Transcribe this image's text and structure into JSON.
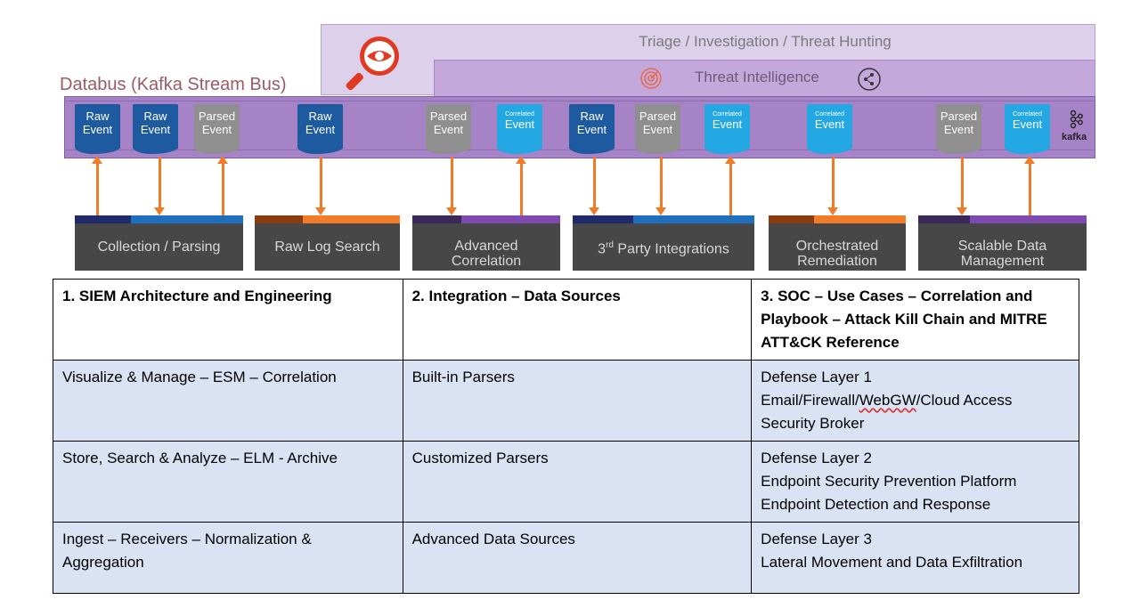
{
  "diagram": {
    "triage_label": "Triage / Investigation / Threat Hunting",
    "threat_intel_label": "Threat Intelligence",
    "databus_label": "Databus (Kafka Stream Bus)",
    "kafka_label": "kafka",
    "tokens": [
      {
        "line1": "Raw",
        "line2": "Event"
      },
      {
        "line1": "Raw",
        "line2": "Event"
      },
      {
        "line1": "Parsed",
        "line2": "Event"
      },
      {
        "line1": "Raw",
        "line2": "Event"
      },
      {
        "line1": "Parsed",
        "line2": "Event"
      },
      {
        "line1": "Correlated",
        "line2": "Event"
      },
      {
        "line1": "Raw",
        "line2": "Event"
      },
      {
        "line1": "Parsed",
        "line2": "Event"
      },
      {
        "line1": "Correlated",
        "line2": "Event"
      },
      {
        "line1": "Correlated",
        "line2": "Event"
      },
      {
        "line1": "Parsed",
        "line2": "Event"
      },
      {
        "line1": "Correlated",
        "line2": "Event"
      }
    ],
    "modules": [
      {
        "label": "Collection / Parsing"
      },
      {
        "label": "Raw Log Search"
      },
      {
        "line1": "Advanced",
        "line2": "Correlation"
      },
      {
        "pre": "3",
        "sup": "rd",
        "post": " Party Integrations"
      },
      {
        "line1": "Orchestrated",
        "line2": "Remediation"
      },
      {
        "line1": "Scalable Data",
        "line2": "Management"
      }
    ],
    "colors": {
      "raw": "#1e5aa0",
      "parsed": "#8f8f8f",
      "correlated": "#23a8e4",
      "arrow": "#f07c2a",
      "bus": "#a682c6"
    }
  },
  "table": {
    "headers": [
      "1. SIEM Architecture and Engineering",
      "2. Integration – Data Sources",
      "3. SOC – Use Cases – Correlation and Playbook – Attack Kill Chain and MITRE ATT&CK Reference"
    ],
    "rows": [
      {
        "c1": "Visualize & Manage – ESM – Correlation",
        "c2": "Built-in Parsers",
        "c3_line1": "Defense Layer 1",
        "c3_line2a": "Email/Firewall/",
        "c3_line2b": "WebGW",
        "c3_line2c": "/Cloud Access Security Broker"
      },
      {
        "c1": "Store, Search & Analyze – ELM - Archive",
        "c2": "Customized Parsers",
        "c3_line1": "Defense Layer 2",
        "c3_line2": "Endpoint Security Prevention Platform",
        "c3_line3": "Endpoint Detection and Response"
      },
      {
        "c1": "Ingest – Receivers – Normalization & Aggregation",
        "c2": "Advanced Data Sources",
        "c3_line1": "Defense Layer 3",
        "c3_line2": "Lateral Movement and Data Exfiltration"
      }
    ]
  }
}
